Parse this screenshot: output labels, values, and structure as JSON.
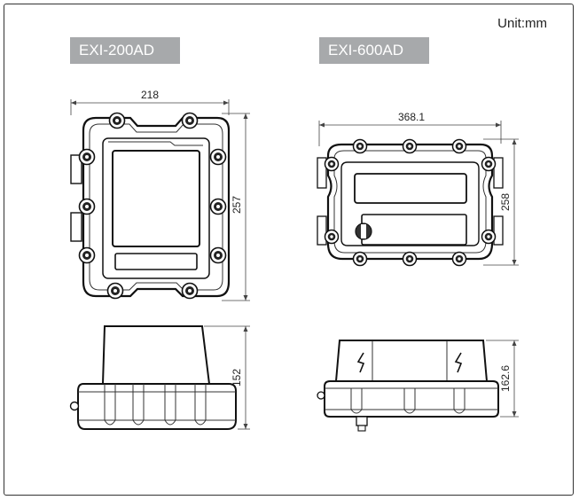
{
  "unit_label": "Unit:mm",
  "models": [
    {
      "name": "EXI-200AD",
      "dimensions": {
        "width": "218",
        "height": "257",
        "depth": "152"
      }
    },
    {
      "name": "EXI-600AD",
      "dimensions": {
        "width": "368.1",
        "height": "258",
        "depth": "162.6"
      }
    }
  ]
}
